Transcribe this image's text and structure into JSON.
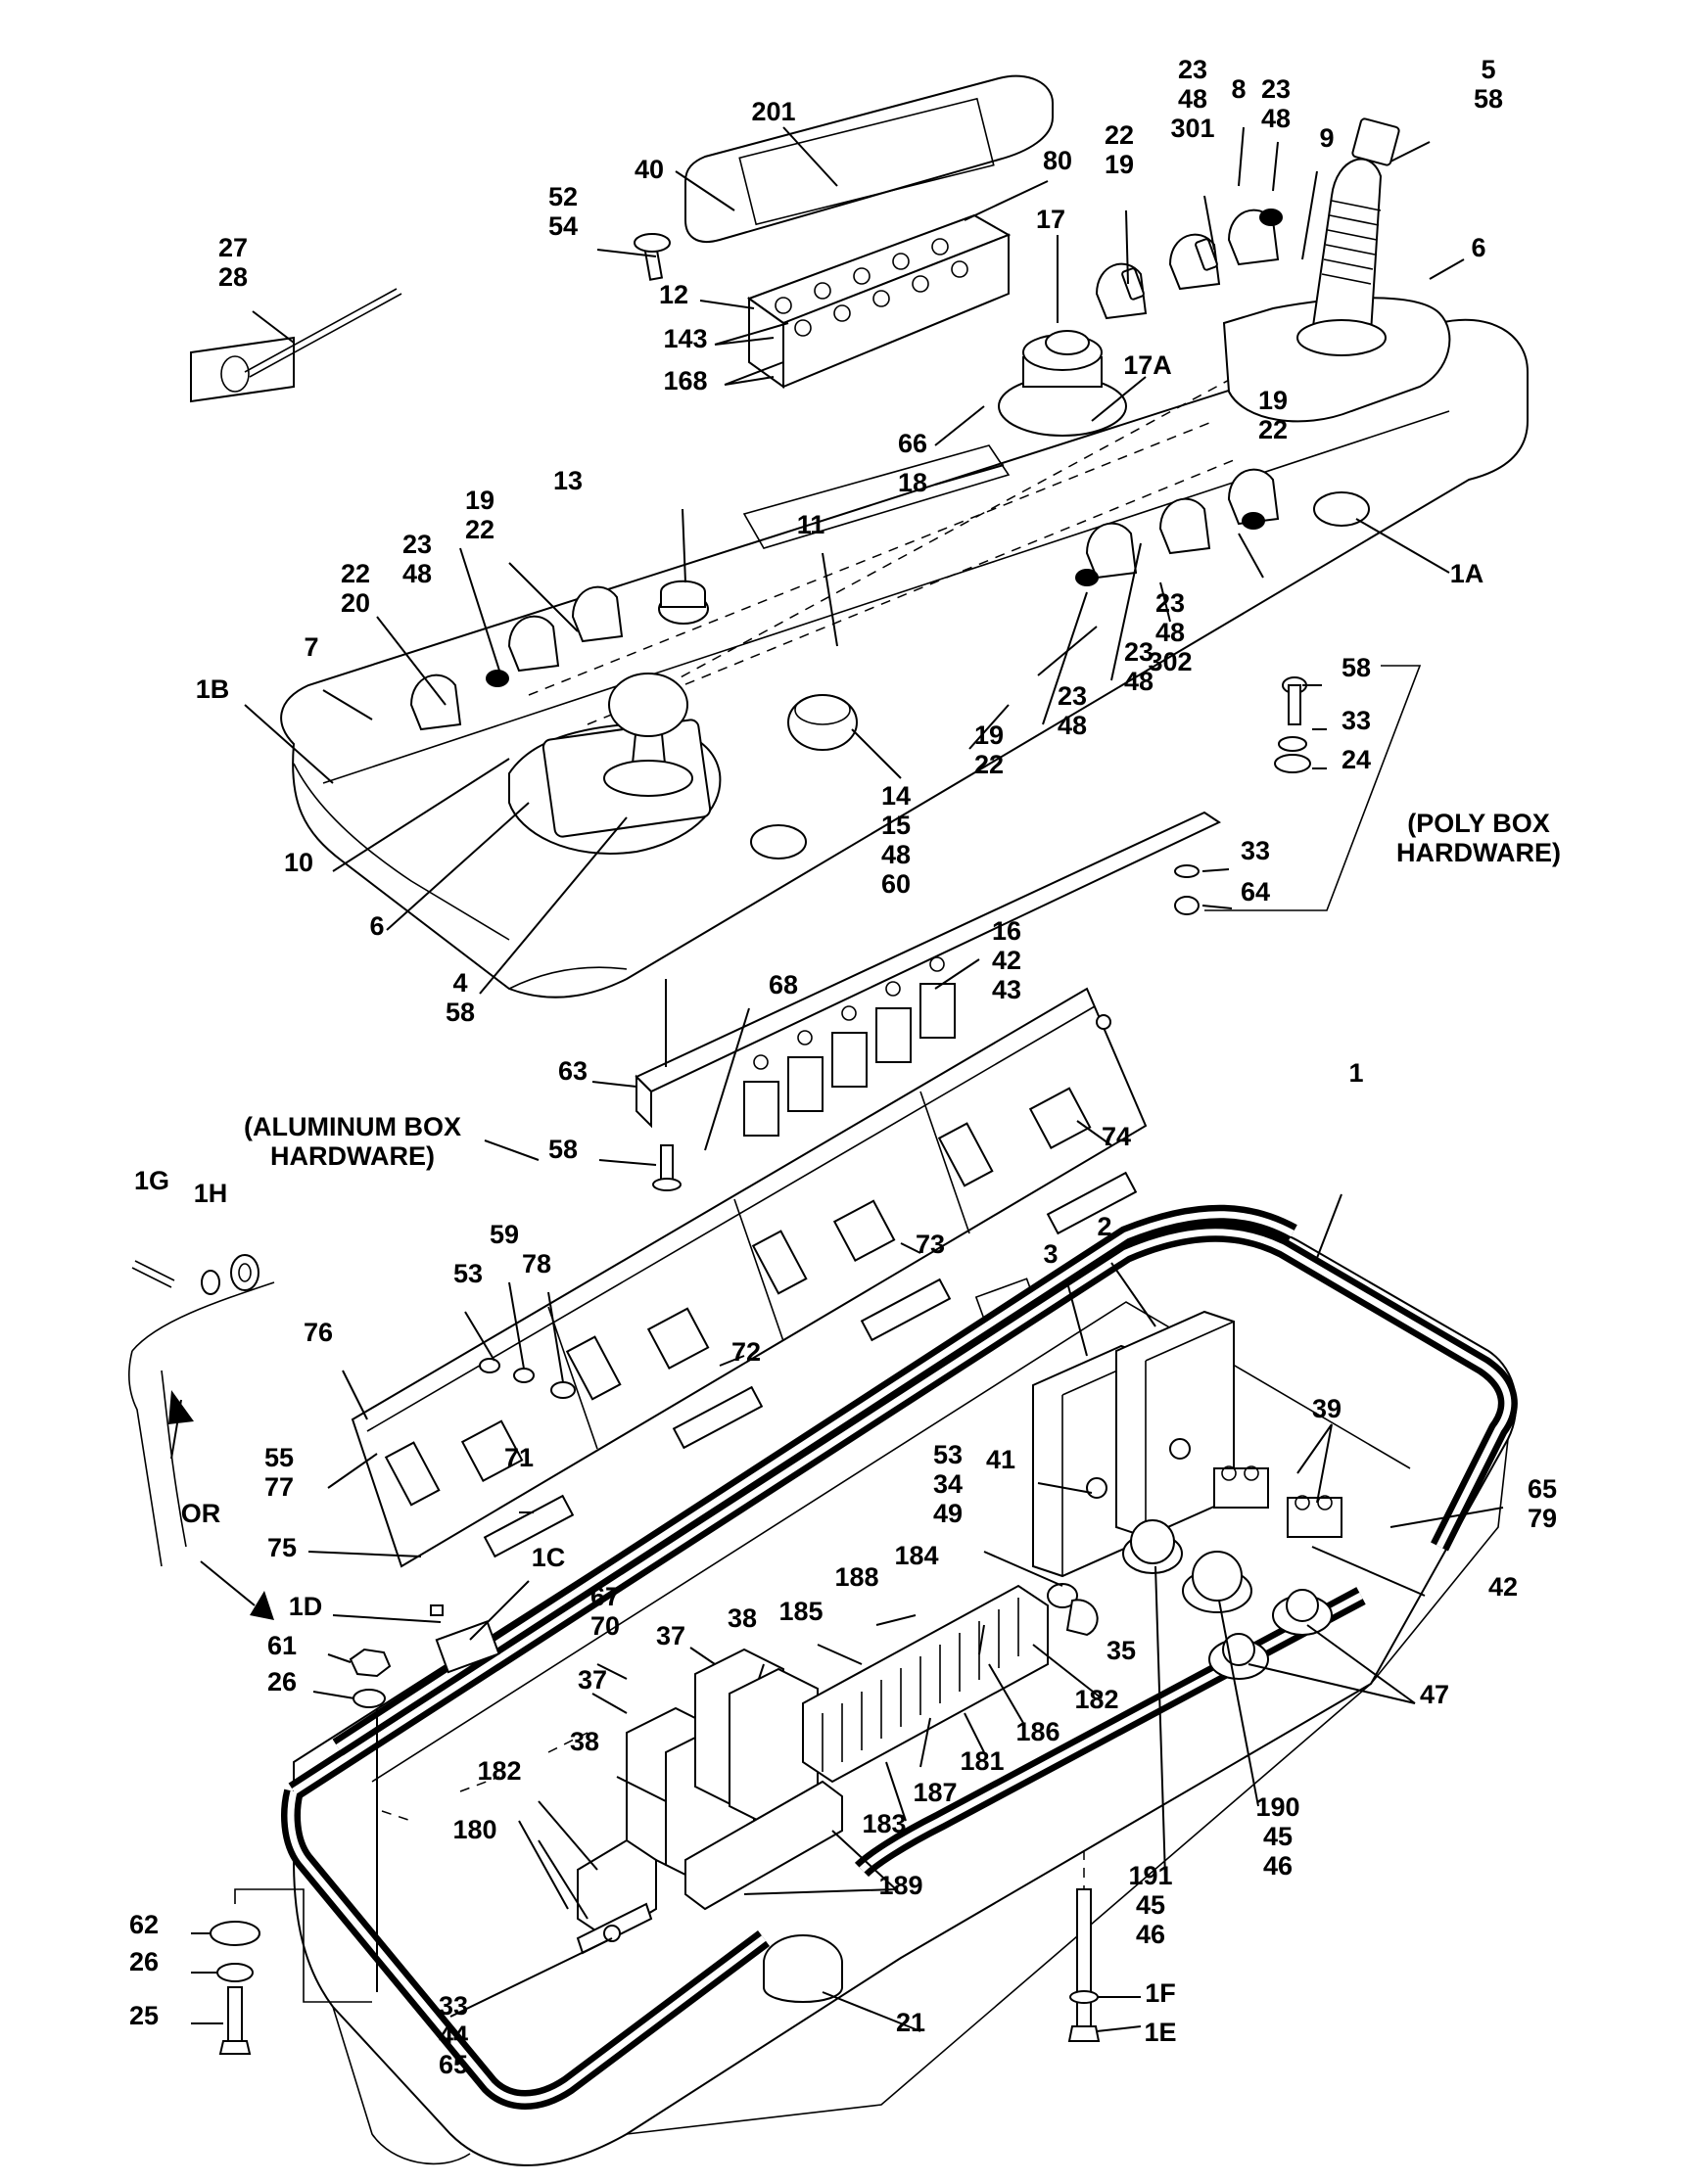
{
  "diagram": {
    "labels": [
      {
        "id": "l1",
        "lines": [
          "201"
        ]
      },
      {
        "id": "l2",
        "lines": [
          "40"
        ]
      },
      {
        "id": "l3",
        "lines": [
          "80"
        ]
      },
      {
        "id": "l4",
        "lines": [
          "52",
          "54"
        ]
      },
      {
        "id": "l5",
        "lines": [
          "27",
          "28"
        ]
      },
      {
        "id": "l6",
        "lines": [
          "12"
        ]
      },
      {
        "id": "l7",
        "lines": [
          "143"
        ]
      },
      {
        "id": "l8",
        "lines": [
          "168"
        ]
      },
      {
        "id": "l9",
        "lines": [
          "17"
        ]
      },
      {
        "id": "l10",
        "lines": [
          "22",
          "19"
        ]
      },
      {
        "id": "l11",
        "lines": [
          "23",
          "48",
          "301"
        ]
      },
      {
        "id": "l12",
        "lines": [
          "8"
        ]
      },
      {
        "id": "l13",
        "lines": [
          "23",
          "48"
        ]
      },
      {
        "id": "l14",
        "lines": [
          "9"
        ]
      },
      {
        "id": "l15",
        "lines": [
          "5",
          "58"
        ]
      },
      {
        "id": "l16",
        "lines": [
          "6"
        ]
      },
      {
        "id": "l17",
        "lines": [
          "17A"
        ]
      },
      {
        "id": "l18",
        "lines": [
          "66"
        ]
      },
      {
        "id": "l19",
        "lines": [
          "18"
        ]
      },
      {
        "id": "l20",
        "lines": [
          "13"
        ]
      },
      {
        "id": "l21",
        "lines": [
          "11"
        ]
      },
      {
        "id": "l22",
        "lines": [
          "1A"
        ]
      },
      {
        "id": "l23",
        "lines": [
          "19",
          "22"
        ]
      },
      {
        "id": "l24",
        "lines": [
          "23",
          "48"
        ]
      },
      {
        "id": "l25",
        "lines": [
          "22",
          "20"
        ]
      },
      {
        "id": "l26",
        "lines": [
          "19",
          "22"
        ]
      },
      {
        "id": "l27",
        "lines": [
          "23",
          "48",
          "302"
        ]
      },
      {
        "id": "l28",
        "lines": [
          "23",
          "48"
        ]
      },
      {
        "id": "l29",
        "lines": [
          "19",
          "22"
        ]
      },
      {
        "id": "l30",
        "lines": [
          "23",
          "48"
        ]
      },
      {
        "id": "l31",
        "lines": [
          "7"
        ]
      },
      {
        "id": "l32",
        "lines": [
          "1B"
        ]
      },
      {
        "id": "l33",
        "lines": [
          "58"
        ]
      },
      {
        "id": "l34",
        "lines": [
          "33"
        ]
      },
      {
        "id": "l35",
        "lines": [
          "24"
        ]
      },
      {
        "id": "l36",
        "lines": [
          "(POLY BOX",
          "HARDWARE)"
        ]
      },
      {
        "id": "l37",
        "lines": [
          "14",
          "15",
          "48",
          "60"
        ]
      },
      {
        "id": "l38",
        "lines": [
          "33"
        ]
      },
      {
        "id": "l39",
        "lines": [
          "64"
        ]
      },
      {
        "id": "l40",
        "lines": [
          "10"
        ]
      },
      {
        "id": "l41",
        "lines": [
          "6"
        ]
      },
      {
        "id": "l42",
        "lines": [
          "4",
          "58"
        ]
      },
      {
        "id": "l43",
        "lines": [
          "16",
          "42",
          "43"
        ]
      },
      {
        "id": "l44",
        "lines": [
          "68"
        ]
      },
      {
        "id": "l45",
        "lines": [
          "63"
        ]
      },
      {
        "id": "l46",
        "lines": [
          "(ALUMINUM BOX",
          "HARDWARE)"
        ]
      },
      {
        "id": "l47",
        "lines": [
          "58"
        ]
      },
      {
        "id": "l48",
        "lines": [
          "74"
        ]
      },
      {
        "id": "l49",
        "lines": [
          "1"
        ]
      },
      {
        "id": "l50",
        "lines": [
          "1G"
        ]
      },
      {
        "id": "l51",
        "lines": [
          "1H"
        ]
      },
      {
        "id": "l52",
        "lines": [
          "59"
        ]
      },
      {
        "id": "l53",
        "lines": [
          "53"
        ]
      },
      {
        "id": "l54",
        "lines": [
          "78"
        ]
      },
      {
        "id": "l55",
        "lines": [
          "73"
        ]
      },
      {
        "id": "l56",
        "lines": [
          "3"
        ]
      },
      {
        "id": "l57",
        "lines": [
          "2"
        ]
      },
      {
        "id": "l58",
        "lines": [
          "76"
        ]
      },
      {
        "id": "l59",
        "lines": [
          "72"
        ]
      },
      {
        "id": "l60",
        "lines": [
          "39"
        ]
      },
      {
        "id": "l61",
        "lines": [
          "55",
          "77"
        ]
      },
      {
        "id": "l62",
        "lines": [
          "OR"
        ]
      },
      {
        "id": "l63",
        "lines": [
          "71"
        ]
      },
      {
        "id": "l64",
        "lines": [
          "53",
          "34",
          "49"
        ]
      },
      {
        "id": "l65",
        "lines": [
          "41"
        ]
      },
      {
        "id": "l66",
        "lines": [
          "65",
          "79"
        ]
      },
      {
        "id": "l67",
        "lines": [
          "75"
        ]
      },
      {
        "id": "l68",
        "lines": [
          "1C"
        ]
      },
      {
        "id": "l69",
        "lines": [
          "188"
        ]
      },
      {
        "id": "l70",
        "lines": [
          "184"
        ]
      },
      {
        "id": "l71",
        "lines": [
          "42"
        ]
      },
      {
        "id": "l72",
        "lines": [
          "1D"
        ]
      },
      {
        "id": "l73",
        "lines": [
          "67",
          "70"
        ]
      },
      {
        "id": "l74",
        "lines": [
          "61"
        ]
      },
      {
        "id": "l75",
        "lines": [
          "37"
        ]
      },
      {
        "id": "l76",
        "lines": [
          "38"
        ]
      },
      {
        "id": "l77",
        "lines": [
          "185"
        ]
      },
      {
        "id": "l78",
        "lines": [
          "35"
        ]
      },
      {
        "id": "l79",
        "lines": [
          "26"
        ]
      },
      {
        "id": "l80",
        "lines": [
          "37"
        ]
      },
      {
        "id": "l81",
        "lines": [
          "182"
        ]
      },
      {
        "id": "l82",
        "lines": [
          "186"
        ]
      },
      {
        "id": "l83",
        "lines": [
          "47"
        ]
      },
      {
        "id": "l84",
        "lines": [
          "38"
        ]
      },
      {
        "id": "l85",
        "lines": [
          "181"
        ]
      },
      {
        "id": "l86",
        "lines": [
          "187"
        ]
      },
      {
        "id": "l87",
        "lines": [
          "183"
        ]
      },
      {
        "id": "l88",
        "lines": [
          "182"
        ]
      },
      {
        "id": "l89",
        "lines": [
          "190",
          "45",
          "46"
        ]
      },
      {
        "id": "l90",
        "lines": [
          "180"
        ]
      },
      {
        "id": "l91",
        "lines": [
          "189"
        ]
      },
      {
        "id": "l92",
        "lines": [
          "191",
          "45",
          "46"
        ]
      },
      {
        "id": "l93",
        "lines": [
          "62"
        ]
      },
      {
        "id": "l94",
        "lines": [
          "26"
        ]
      },
      {
        "id": "l95",
        "lines": [
          "21"
        ]
      },
      {
        "id": "l96",
        "lines": [
          "1F"
        ]
      },
      {
        "id": "l97",
        "lines": [
          "25"
        ]
      },
      {
        "id": "l98",
        "lines": [
          "33",
          "44",
          "65"
        ]
      },
      {
        "id": "l99",
        "lines": [
          "1E"
        ]
      }
    ]
  }
}
